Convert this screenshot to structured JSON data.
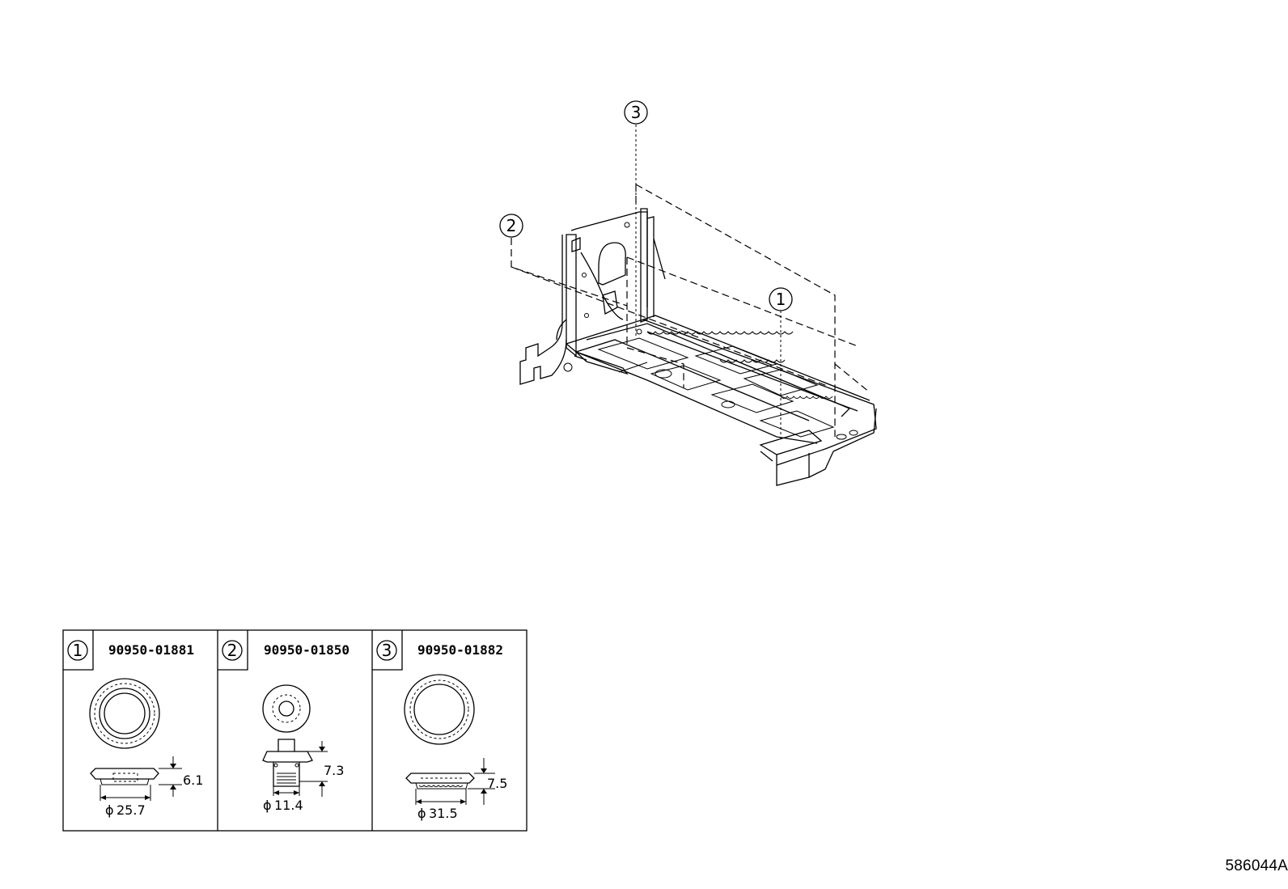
{
  "main_view": {
    "callouts": [
      {
        "label": "1"
      },
      {
        "label": "2"
      },
      {
        "label": "3"
      }
    ]
  },
  "parts_table": {
    "parts": [
      {
        "label": "1",
        "part_number": "90950-01881",
        "height": "6.1",
        "diameter": "25.7"
      },
      {
        "label": "2",
        "part_number": "90950-01850",
        "height": "7.3",
        "diameter": "11.4"
      },
      {
        "label": "3",
        "part_number": "90950-01882",
        "height": "7.5",
        "diameter": "31.5"
      }
    ],
    "diameter_symbol": "ϕ"
  },
  "illustration_code": "586044A"
}
